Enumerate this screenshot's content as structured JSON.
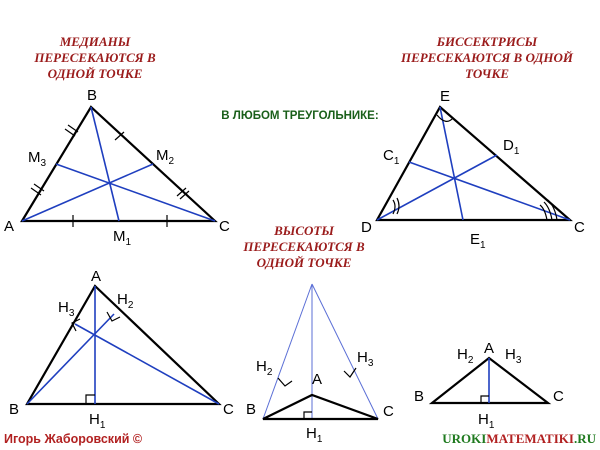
{
  "titles": {
    "medians": [
      "МЕДИАНЫ",
      "ПЕРЕСЕКАЮТСЯ В",
      "ОДНОЙ ТОЧКЕ"
    ],
    "bisectors": [
      "БИССЕКТРИСЫ",
      "ПЕРЕСЕКАЮТСЯ В ОДНОЙ",
      "ТОЧКЕ"
    ],
    "altitudes": [
      "ВЫСОТЫ",
      "ПЕРЕСЕКАЮТСЯ В",
      "ОДНОЙ ТОЧКЕ"
    ]
  },
  "center_caption": "В ЛЮБОМ ТРЕУГОЛЬНИКЕ:",
  "labels": {
    "medians": {
      "A": "A",
      "B": "B",
      "C": "C",
      "M": "M",
      "s1": "1",
      "s2": "2",
      "s3": "3"
    },
    "bisectors": {
      "D": "D",
      "E": "E",
      "C": "C",
      "C1": "C",
      "D1": "D",
      "E1": "E",
      "s1": "1"
    },
    "alt_acute": {
      "A": "A",
      "B": "B",
      "C": "C",
      "H": "H",
      "s1": "1",
      "s2": "2",
      "s3": "3"
    },
    "alt_obtuse": {
      "A": "A",
      "B": "B",
      "C": "C",
      "H": "H",
      "s1": "1",
      "s2": "2",
      "s3": "3"
    },
    "alt_right": {
      "A": "A",
      "B": "B",
      "C": "C",
      "H": "H",
      "s1": "1",
      "s2": "2",
      "s3": "3"
    }
  },
  "footer": {
    "author": "Игорь Жаборовский ©",
    "site_prefix": "UROKI",
    "site_highlight": "MATEMATIKI",
    "site_suffix": ".RU"
  }
}
